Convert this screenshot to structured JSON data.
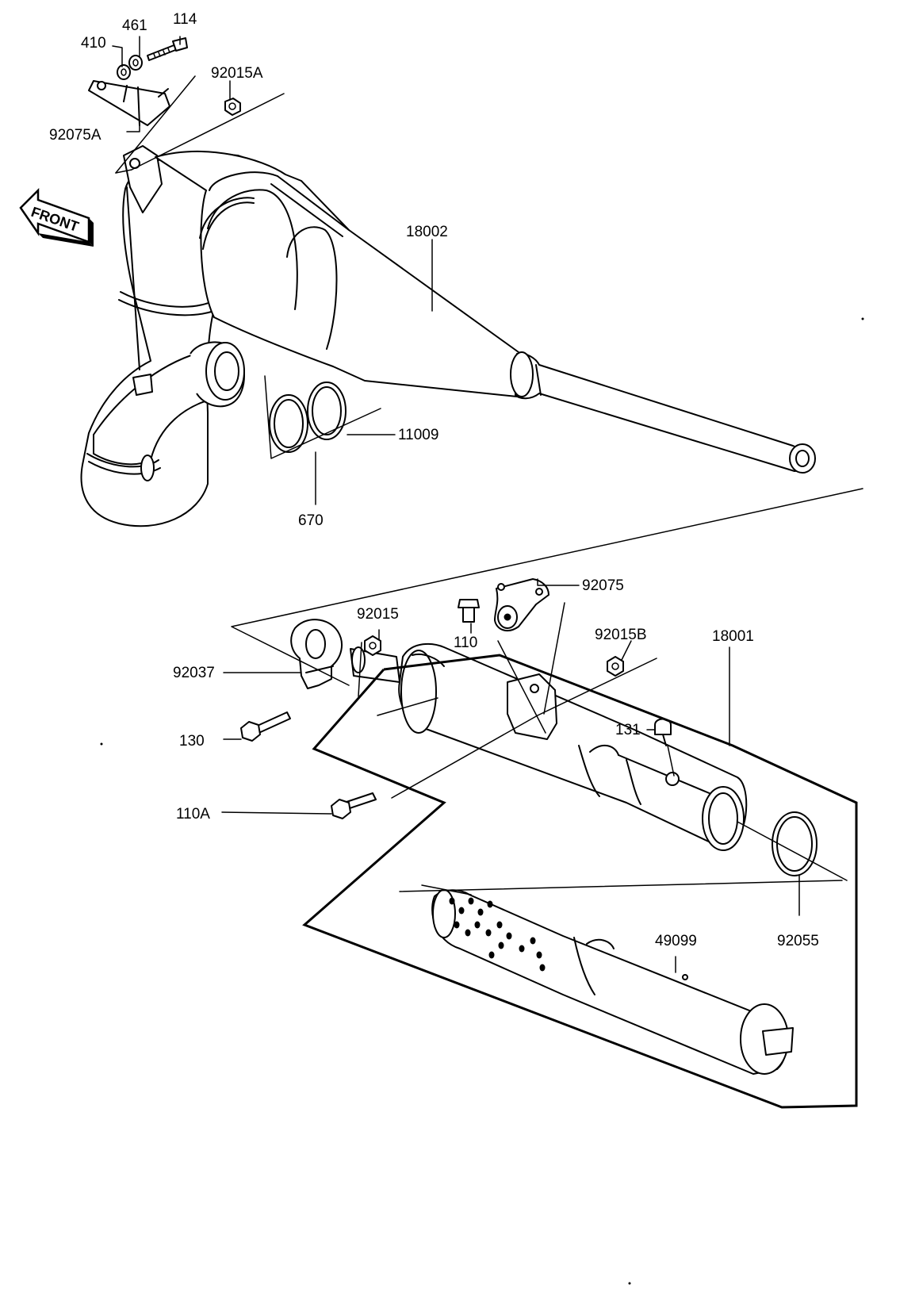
{
  "direction_arrow": {
    "text": "FRONT",
    "icon": "front-arrow-icon"
  },
  "parts": {
    "p114": "114",
    "p461": "461",
    "p410": "410",
    "p92015A": "92015A",
    "p92075A": "92075A",
    "p18002": "18002",
    "p11009": "11009",
    "p670": "670",
    "p92075": "92075",
    "p92015": "92015",
    "p110": "110",
    "p92015B": "92015B",
    "p18001": "18001",
    "p92037": "92037",
    "p130": "130",
    "p131": "131",
    "p110A": "110A",
    "p92055": "92055",
    "p49099": "49099"
  }
}
